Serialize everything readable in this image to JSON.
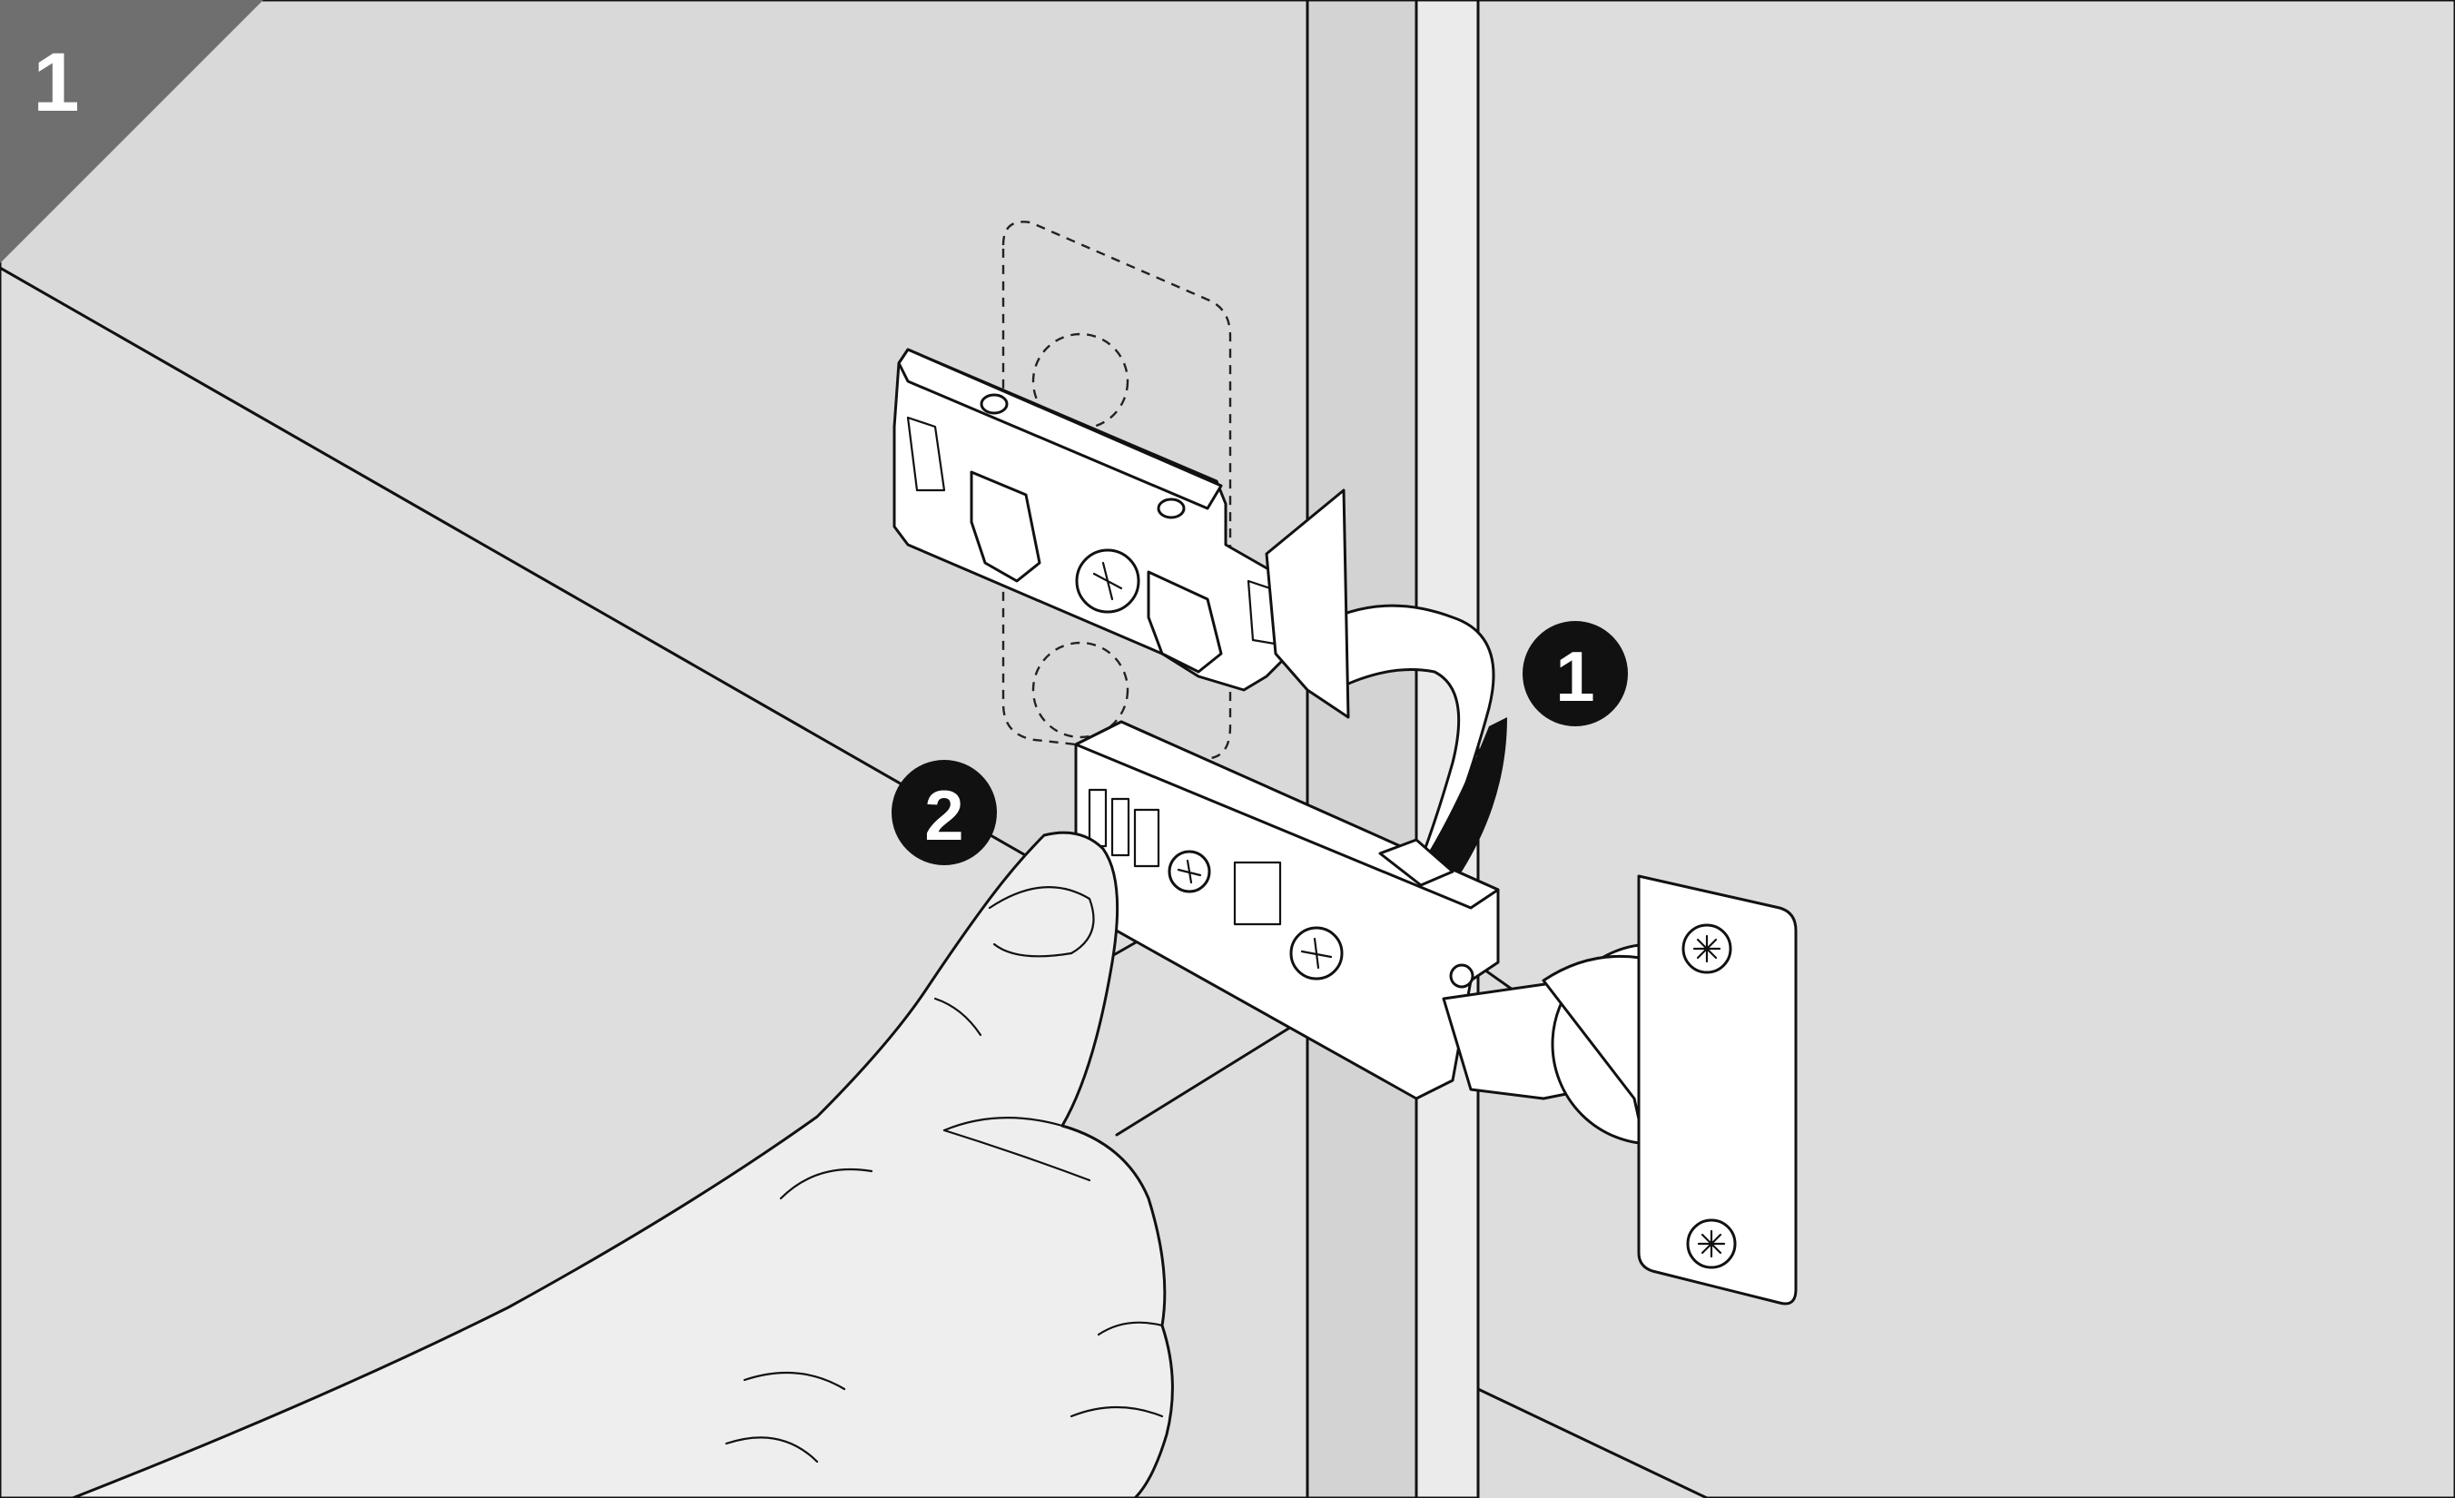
{
  "step_badge": {
    "label": "1",
    "color": "#6f6f6f"
  },
  "callouts": [
    {
      "label": "1",
      "meaning": "rotate-mounting-plate"
    },
    {
      "label": "2",
      "meaning": "press-release-button"
    }
  ],
  "colors": {
    "wall": "#dcdcdc",
    "door_panel": "#dddddd",
    "cabinet_side": "#d6d6d6",
    "edge_strip": "#e8e8e8",
    "skin": "#ececec",
    "hardware": "#ffffff",
    "outline": "#111111",
    "callout_fill": "#111111",
    "callout_text": "#ffffff"
  },
  "icons": [
    "curved-arrow-icon",
    "screw-icon",
    "hinge-icon",
    "mounting-plate-icon",
    "hand-icon"
  ]
}
